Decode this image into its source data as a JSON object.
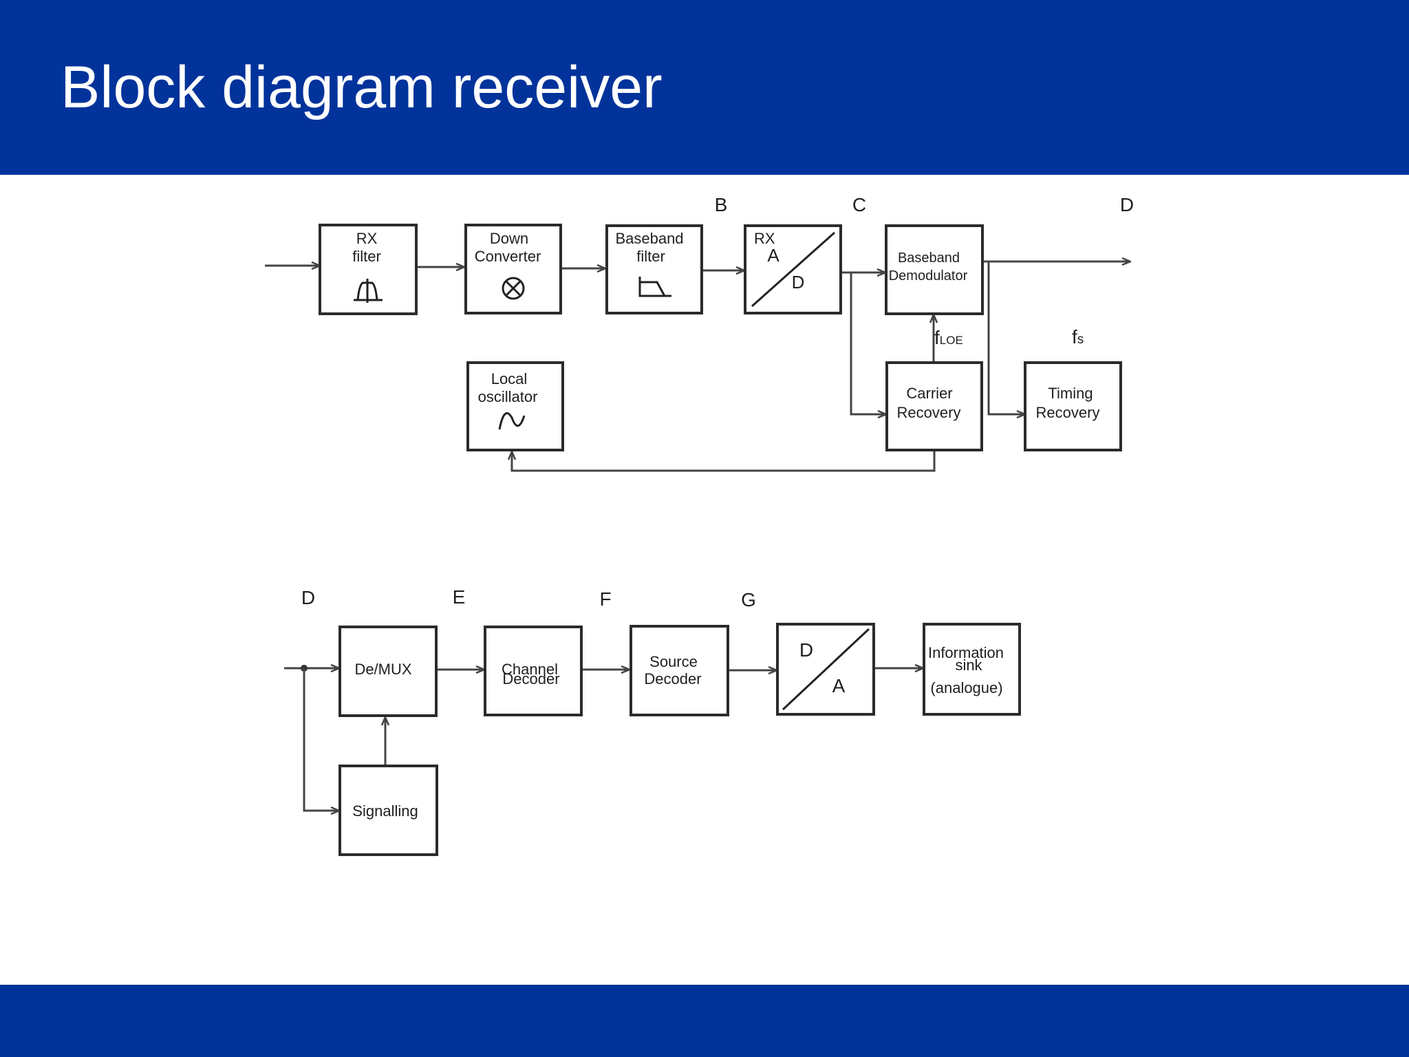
{
  "title": "Block diagram receiver",
  "colors": {
    "brand": "#01339b",
    "block_stroke": "#2b2b2b",
    "connector": "#444444"
  },
  "points": {
    "b": "B",
    "c": "C",
    "d_top": "D",
    "d_bottom": "D",
    "e": "E",
    "f": "F",
    "g": "G"
  },
  "blocks": {
    "rx_filter": [
      "RX",
      "filter"
    ],
    "down_converter": [
      "Down",
      "Converter"
    ],
    "baseband_filter": [
      "Baseband",
      "filter"
    ],
    "adc": {
      "line1": "RX",
      "in": "A",
      "out": "D"
    },
    "baseband_demodulator": [
      "Baseband",
      "Demodulator"
    ],
    "local_oscillator": [
      "Local",
      "oscillator"
    ],
    "carrier_recovery": [
      "Carrier",
      "Recovery"
    ],
    "timing_recovery": [
      "Timing",
      "Recovery"
    ],
    "demux": "De/MUX",
    "signalling": "Signalling",
    "channel_decoder": [
      "Channel",
      "Decoder"
    ],
    "source_decoder": [
      "Source",
      "Decoder"
    ],
    "dac": {
      "in": "D",
      "out": "A"
    },
    "information_sink": [
      "Information",
      "sink",
      "(analogue)"
    ]
  },
  "signals": {
    "f_loe_main": "f",
    "f_loe_sub": "LOE",
    "fs_main": "f",
    "fs_sub": "s"
  }
}
